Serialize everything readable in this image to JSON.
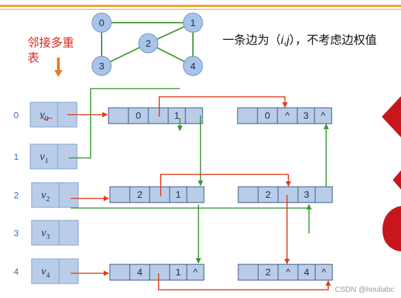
{
  "caption": {
    "prefix": "一条边为（",
    "i": "i",
    "comma": ",",
    "j": "j",
    "suffix": "），不考虑边权值"
  },
  "structure_label": "邻接多重表",
  "graph": {
    "nodes": [
      {
        "id": "0",
        "label": "0"
      },
      {
        "id": "1",
        "label": "1"
      },
      {
        "id": "2",
        "label": "2"
      },
      {
        "id": "3",
        "label": "3"
      },
      {
        "id": "4",
        "label": "4"
      }
    ],
    "edges": [
      [
        "0",
        "1"
      ],
      [
        "0",
        "3"
      ],
      [
        "1",
        "2"
      ],
      [
        "2",
        "3"
      ],
      [
        "1",
        "4"
      ],
      [
        "2",
        "4"
      ]
    ]
  },
  "vertex_table": [
    {
      "index": "0",
      "name": "v",
      "sub": "0"
    },
    {
      "index": "1",
      "name": "v",
      "sub": "1"
    },
    {
      "index": "2",
      "name": "v",
      "sub": "2"
    },
    {
      "index": "3",
      "name": "v",
      "sub": "3"
    },
    {
      "index": "4",
      "name": "v",
      "sub": "4"
    }
  ],
  "edge_nodes": [
    {
      "id": "e01",
      "cells": [
        "",
        "0",
        "",
        "1",
        ""
      ]
    },
    {
      "id": "e03",
      "cells": [
        "",
        "0",
        "^",
        "3",
        "^"
      ]
    },
    {
      "id": "e21",
      "cells": [
        "",
        "2",
        "",
        "1",
        ""
      ]
    },
    {
      "id": "e23",
      "cells": [
        "",
        "2",
        "",
        "3",
        ""
      ]
    },
    {
      "id": "e41",
      "cells": [
        "",
        "4",
        "",
        "1",
        "^"
      ]
    },
    {
      "id": "e24",
      "cells": [
        "",
        "2",
        "^",
        "4",
        "^"
      ]
    }
  ],
  "colors": {
    "header_line": "#f0a020",
    "node_fill": "#b9cde9",
    "node_stroke": "#2f4f7f",
    "graph_node_fill": "#a9c4ea",
    "graph_edge": "#4a9c3a",
    "red_arrow": "#e0401c",
    "green_arrow": "#3e9a35",
    "label_red": "#d9261c",
    "index_blue": "#2f6fba"
  },
  "watermark": "CSDN @houliabc"
}
